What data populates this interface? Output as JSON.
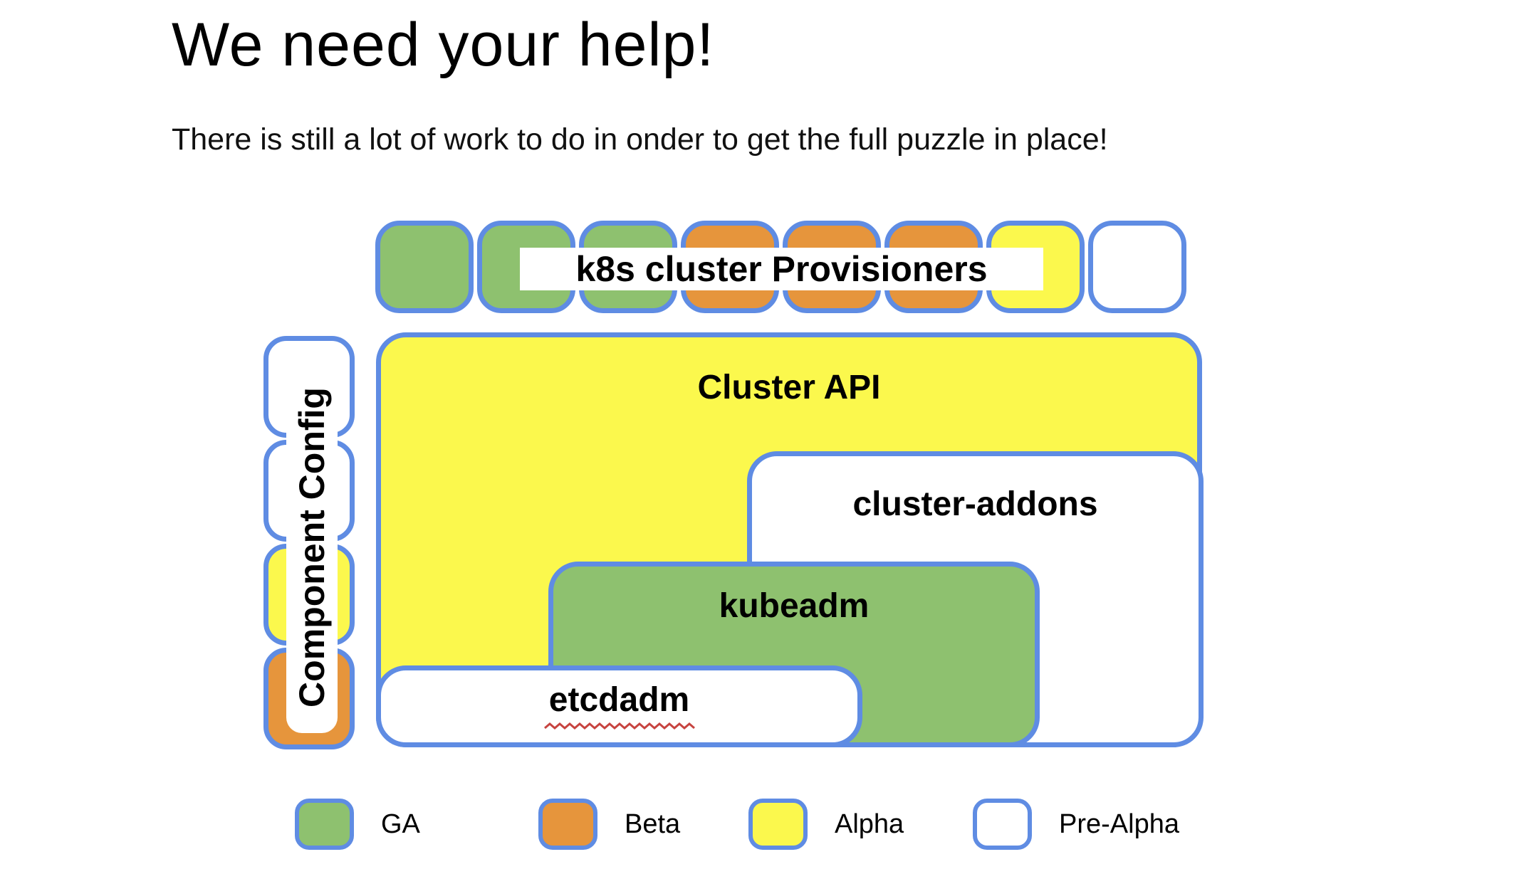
{
  "title": "We need your help!",
  "subtitle": "There is still a lot of work to do in onder to get the full puzzle in place!",
  "colors": {
    "ga_green": "#8EC16F",
    "beta_orange": "#E6953C",
    "alpha_yellow": "#FBF84D",
    "pre_alpha_white": "#FFFFFF",
    "border_blue": "#5F8CE3",
    "squiggle_red": "#C74440"
  },
  "puzzle": {
    "provisioners_row": {
      "label": "k8s cluster Provisioners",
      "squares": [
        "ga",
        "ga",
        "ga",
        "beta",
        "beta",
        "beta",
        "alpha",
        "pre_alpha"
      ]
    },
    "component_config": {
      "label": "Component Config",
      "squares": [
        "pre_alpha",
        "pre_alpha",
        "alpha",
        "beta"
      ]
    },
    "boxes": [
      {
        "id": "cluster-api",
        "label": "Cluster API",
        "status": "alpha"
      },
      {
        "id": "cluster-addons",
        "label": "cluster-addons",
        "status": "pre_alpha"
      },
      {
        "id": "kubeadm",
        "label": "kubeadm",
        "status": "ga"
      },
      {
        "id": "etcdadm",
        "label": "etcdadm",
        "status": "pre_alpha"
      }
    ]
  },
  "legend": [
    {
      "label": "GA",
      "status": "ga"
    },
    {
      "label": "Beta",
      "status": "beta"
    },
    {
      "label": "Alpha",
      "status": "alpha"
    },
    {
      "label": "Pre-Alpha",
      "status": "pre_alpha"
    }
  ]
}
